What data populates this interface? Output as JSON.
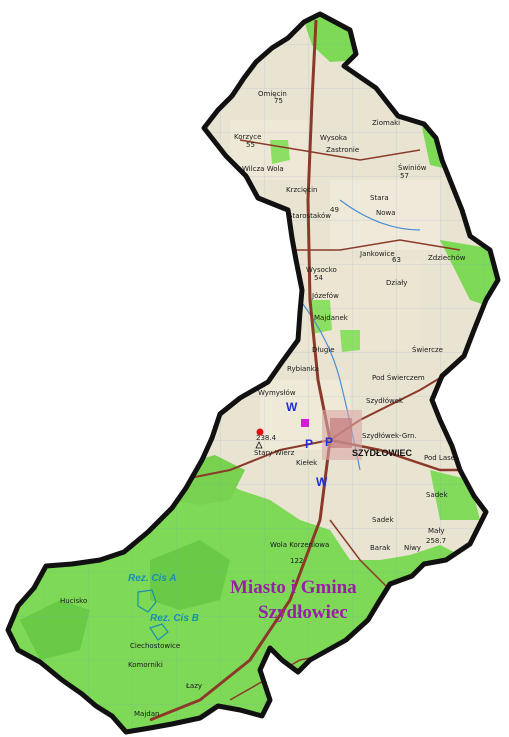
{
  "title": {
    "line1": "Miasto i Gmina",
    "line2": "Szydłowiec"
  },
  "town": "SZYDŁOWIEC",
  "villages": [
    "Omięcin",
    "Korzyce",
    "Wilcza Wola",
    "Wysoka",
    "Zastronie",
    "Ziomaki",
    "Świniów",
    "Krzcięcin",
    "Stara",
    "Nowa",
    "Starostaków",
    "Jankowice",
    "Wysocko",
    "Zdziechów",
    "Działy",
    "Józefów",
    "Majdanek",
    "Długie",
    "Rybianka",
    "Świercze",
    "Pod Świerczem",
    "Szydłówek",
    "Wymysłów",
    "Szydłówek-Grn.",
    "Kiełek",
    "Stary Wierz",
    "Pod Lasem",
    "Sadek",
    "Sadek",
    "Mały",
    "Wola Korzeniowa",
    "Barak",
    "Niwy",
    "Komorniki",
    "Hucisko",
    "Ciechostowice",
    "Łazy",
    "Majdan"
  ],
  "elevations": [
    "75",
    "55",
    "238.4",
    "258.7",
    "122",
    "54",
    "57",
    "49",
    "63"
  ],
  "reserves": [
    "Rez. Cis A",
    "Rez. Cis B"
  ],
  "markers": {
    "water_top": "W",
    "water_bottom": "W",
    "parking_left": "P",
    "parking_right": "P"
  },
  "colors": {
    "forest": "#7ed957",
    "forest_dark": "#5cbf3a",
    "boundary": "#111111",
    "roads": "#8b3a2a",
    "map_bg": "#e9e3d2",
    "title": "#9b1fa6",
    "reserve": "#1b8fb0",
    "marker_blue": "#1d2fd6",
    "marker_red": "#e01010",
    "marker_magenta": "#d020d0"
  }
}
